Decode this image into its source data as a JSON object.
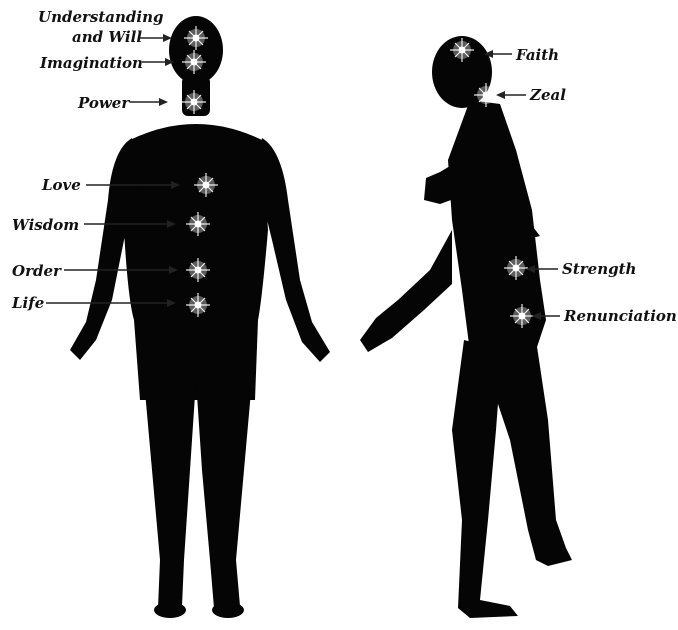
{
  "colors": {
    "silhouette": "#050505",
    "light": "#ffffff",
    "ink": "#111111"
  },
  "labels": {
    "understanding_line1": "Understanding",
    "understanding_line2": "and Will",
    "imagination": "Imagination",
    "power": "Power",
    "love": "Love",
    "wisdom": "Wisdom",
    "order": "Order",
    "life": "Life",
    "faith": "Faith",
    "zeal": "Zeal",
    "strength": "Strength",
    "renunciation": "Renunciation"
  }
}
